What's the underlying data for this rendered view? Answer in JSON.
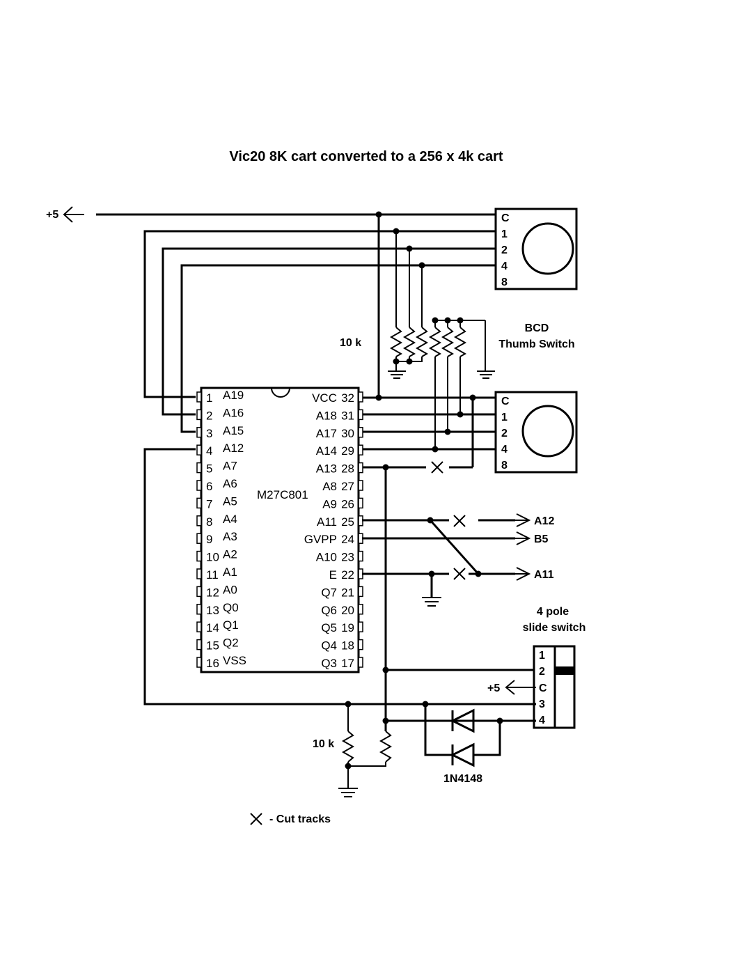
{
  "title": "Vic20 8K cart converted to a 256 x 4k cart",
  "power_label": "+5",
  "chip": {
    "name": "M27C801",
    "left_pins": [
      {
        "num": "1",
        "name": "A19"
      },
      {
        "num": "2",
        "name": "A16"
      },
      {
        "num": "3",
        "name": "A15"
      },
      {
        "num": "4",
        "name": "A12"
      },
      {
        "num": "5",
        "name": "A7"
      },
      {
        "num": "6",
        "name": "A6"
      },
      {
        "num": "7",
        "name": "A5"
      },
      {
        "num": "8",
        "name": "A4"
      },
      {
        "num": "9",
        "name": "A3"
      },
      {
        "num": "10",
        "name": "A2"
      },
      {
        "num": "11",
        "name": "A1"
      },
      {
        "num": "12",
        "name": "A0"
      },
      {
        "num": "13",
        "name": "Q0"
      },
      {
        "num": "14",
        "name": "Q1"
      },
      {
        "num": "15",
        "name": "Q2"
      },
      {
        "num": "16",
        "name": "VSS"
      }
    ],
    "right_pins": [
      {
        "num": "32",
        "name": "VCC"
      },
      {
        "num": "31",
        "name": "A18"
      },
      {
        "num": "30",
        "name": "A17"
      },
      {
        "num": "29",
        "name": "A14"
      },
      {
        "num": "28",
        "name": "A13"
      },
      {
        "num": "27",
        "name": "A8"
      },
      {
        "num": "26",
        "name": "A9"
      },
      {
        "num": "25",
        "name": "A11"
      },
      {
        "num": "24",
        "name": "GVPP"
      },
      {
        "num": "23",
        "name": "A10"
      },
      {
        "num": "22",
        "name": "E"
      },
      {
        "num": "21",
        "name": "Q7"
      },
      {
        "num": "20",
        "name": "Q6"
      },
      {
        "num": "19",
        "name": "Q5"
      },
      {
        "num": "18",
        "name": "Q4"
      },
      {
        "num": "17",
        "name": "Q3"
      }
    ]
  },
  "thumb_switch": {
    "label_line1": "BCD",
    "label_line2": "Thumb Switch",
    "pins": [
      "C",
      "1",
      "2",
      "4",
      "8"
    ]
  },
  "resistor_label": "10 k",
  "outputs": [
    "A12",
    "B5",
    "A11"
  ],
  "slide_switch": {
    "label_line1": "4 pole",
    "label_line2": "slide switch",
    "pins": [
      "1",
      "2",
      "C",
      "3",
      "4"
    ]
  },
  "diode_label": "1N4148",
  "legend": "- Cut tracks"
}
